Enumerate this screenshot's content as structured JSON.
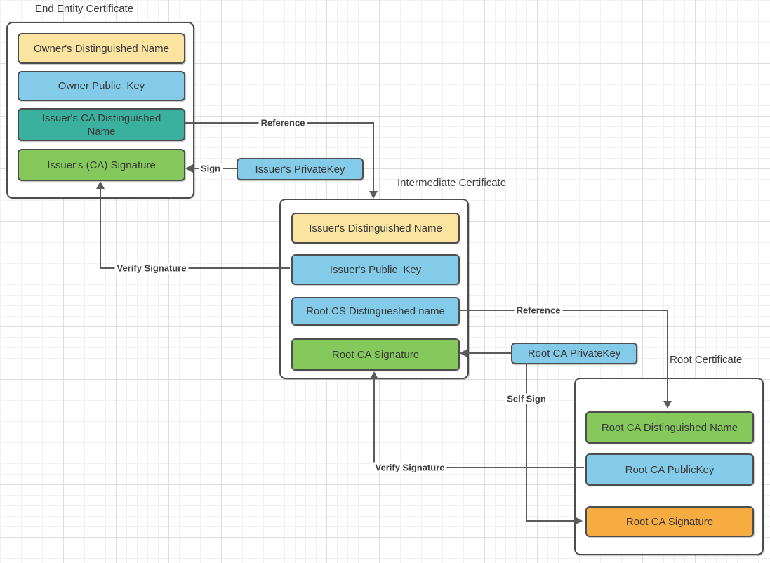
{
  "colors": {
    "yellow": "#fbe3a0",
    "blue": "#84cbea",
    "teal": "#3ab09e",
    "green": "#85c95c",
    "orange": "#f7ac41",
    "edge": "#5b5b5b",
    "text": "#383838"
  },
  "certificates": [
    {
      "title": "End Entity Certificate",
      "fields": [
        {
          "label": "Owner's Distinguished Name",
          "color": "yellow"
        },
        {
          "label": "Owner Public  Key",
          "color": "blue"
        },
        {
          "label": "Issuer's CA Distinguished\nName",
          "color": "teal"
        },
        {
          "label": "Issuer's (CA) Signature",
          "color": "green"
        }
      ]
    },
    {
      "title": "Intermediate Certificate",
      "fields": [
        {
          "label": "Issuer's Distinguished Name",
          "color": "yellow"
        },
        {
          "label": "Issuer's Public  Key",
          "color": "blue"
        },
        {
          "label": "Root CS Distingueshed name",
          "color": "blue"
        },
        {
          "label": "Root CA Signature",
          "color": "green"
        }
      ]
    },
    {
      "title": "Root Certificate",
      "fields": [
        {
          "label": "Root CA Distinguished Name",
          "color": "green"
        },
        {
          "label": "Root CA PublicKey",
          "color": "blue"
        },
        {
          "label": "Root CA Signature",
          "color": "orange"
        }
      ]
    }
  ],
  "keys": [
    {
      "label": "Issuer's PrivateKey"
    },
    {
      "label": "Root CA PrivateKey"
    }
  ],
  "edges": {
    "reference_to_intermediate": {
      "label": "Reference"
    },
    "sign": {
      "label": "Sign"
    },
    "verify_issuer_signature": {
      "label": "Verify Signature"
    },
    "reference_to_root": {
      "label": "Reference"
    },
    "self_sign": {
      "label": "Self Sign"
    },
    "verify_root_signature": {
      "label": "Verify Signature"
    }
  }
}
